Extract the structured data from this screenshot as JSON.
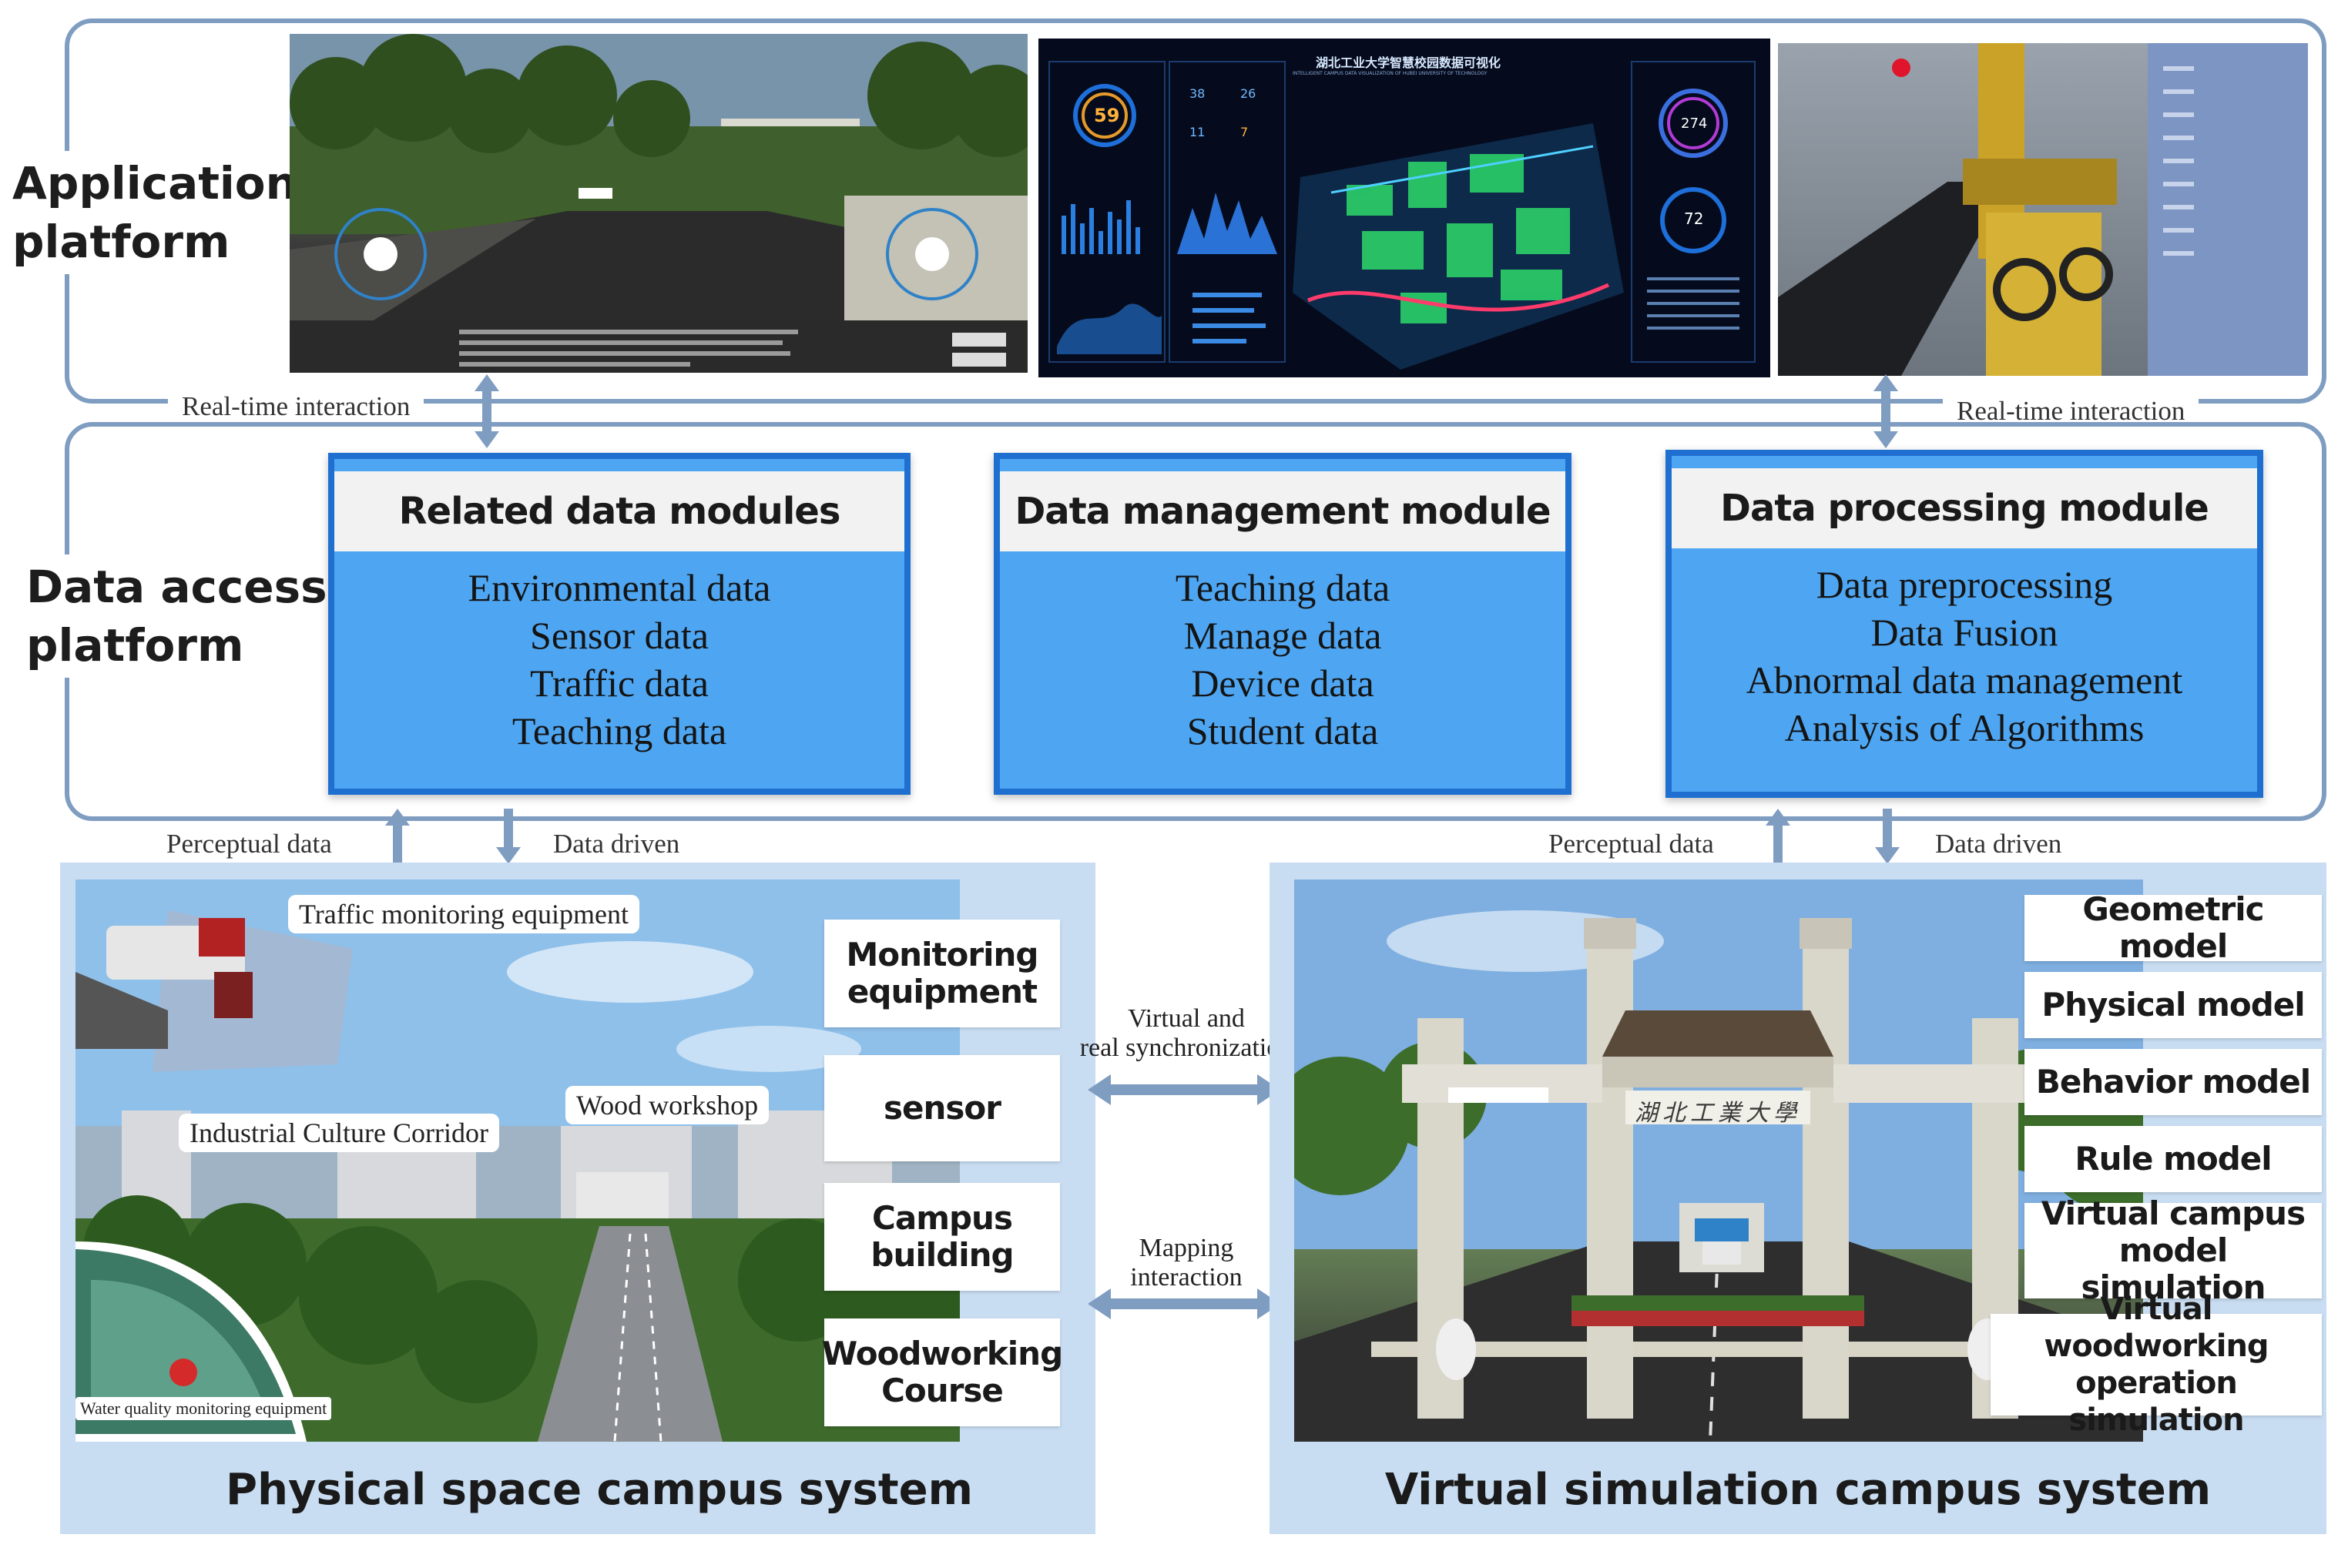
{
  "platforms": {
    "application": {
      "line1": "Application",
      "line2": "platform"
    },
    "data_access": {
      "line1": "Data access",
      "line2": "platform"
    }
  },
  "connectors": {
    "realtime_left": "Real-time interaction",
    "realtime_right": "Real-time interaction",
    "perceptual_left": "Perceptual data",
    "driven_left": "Data driven",
    "perceptual_right": "Perceptual data",
    "driven_right": "Data driven",
    "sync_line1": "Virtual and",
    "sync_line2": "real synchronization",
    "mapping_line1": "Mapping",
    "mapping_line2": "interaction"
  },
  "modules": [
    {
      "title": "Related data modules",
      "items": [
        "Environmental data",
        "Sensor data",
        "Traffic data",
        "Teaching data"
      ]
    },
    {
      "title": "Data management module",
      "items": [
        "Teaching data",
        "Manage data",
        "Device data",
        "Student data"
      ]
    },
    {
      "title": "Data processing module",
      "items": [
        "Data preprocessing",
        "Data Fusion",
        "Abnormal data management",
        "Analysis of Algorithms"
      ]
    }
  ],
  "physical": {
    "title": "Physical space campus system",
    "callouts": {
      "traffic": "Traffic monitoring equipment",
      "wood": "Wood workshop",
      "corridor": "Industrial Culture Corridor",
      "water": "Water quality monitoring equipment"
    },
    "side": [
      {
        "l1": "Monitoring",
        "l2": "equipment"
      },
      {
        "l1": "sensor",
        "l2": ""
      },
      {
        "l1": "Campus",
        "l2": "building"
      },
      {
        "l1": "Woodworking",
        "l2": "Course"
      }
    ]
  },
  "virtual": {
    "title": "Virtual simulation campus system",
    "gate_text": "湖北工業大學",
    "side": [
      {
        "l1": "Geometric model",
        "l2": ""
      },
      {
        "l1": "Physical model",
        "l2": ""
      },
      {
        "l1": "Behavior model",
        "l2": ""
      },
      {
        "l1": "Rule model",
        "l2": ""
      },
      {
        "l1": "Virtual campus",
        "l2": "model simulation"
      },
      {
        "l1": "Virtual woodworking",
        "l2": "operation simulation"
      }
    ]
  },
  "dashboard": {
    "title": "湖北工业大学智慧校园数据可视化",
    "subtitle": "INTELLIGENT CAMPUS DATA VISUALIZATION OF HUBEI UNIVERSITY OF TECHNOLOGY",
    "gauge1": "59",
    "gauge2": "274",
    "gauge3": "72",
    "stat1": "38",
    "stat2": "26",
    "stat3": "11",
    "stat4": "7"
  },
  "colors": {
    "frame": "#7f9dc1",
    "module_fill": "#4ea6f2",
    "module_border": "#1f6fd1",
    "panel": "#c9ddf2"
  }
}
